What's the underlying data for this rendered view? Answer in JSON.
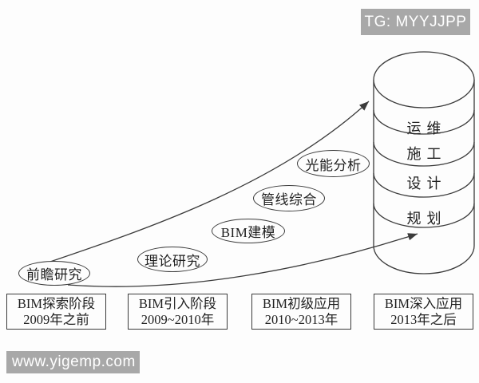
{
  "badge": {
    "text": "TG: MYYJJPP"
  },
  "watermark": {
    "text": "www.yigemp.com"
  },
  "bubbles": [
    {
      "label": "前瞻研究"
    },
    {
      "label": "理论研究"
    },
    {
      "label": "BIM建模"
    },
    {
      "label": "管线综合"
    },
    {
      "label": "光能分析"
    }
  ],
  "cylinder": {
    "layers": [
      {
        "label": "运维"
      },
      {
        "label": "施工"
      },
      {
        "label": "设计"
      },
      {
        "label": "规划"
      }
    ]
  },
  "stages": [
    {
      "name": "BIM探索阶段",
      "period": "2009年之前"
    },
    {
      "name": "BIM引入阶段",
      "period": "2009~2010年"
    },
    {
      "name": "BIM初级应用",
      "period": "2010~2013年"
    },
    {
      "name": "BIM深入应用",
      "period": "2013年之后"
    }
  ],
  "colors": {
    "line": "#3b3b3b",
    "tag_bg": "#a8a8a8",
    "tag_text": "#ffffff"
  }
}
